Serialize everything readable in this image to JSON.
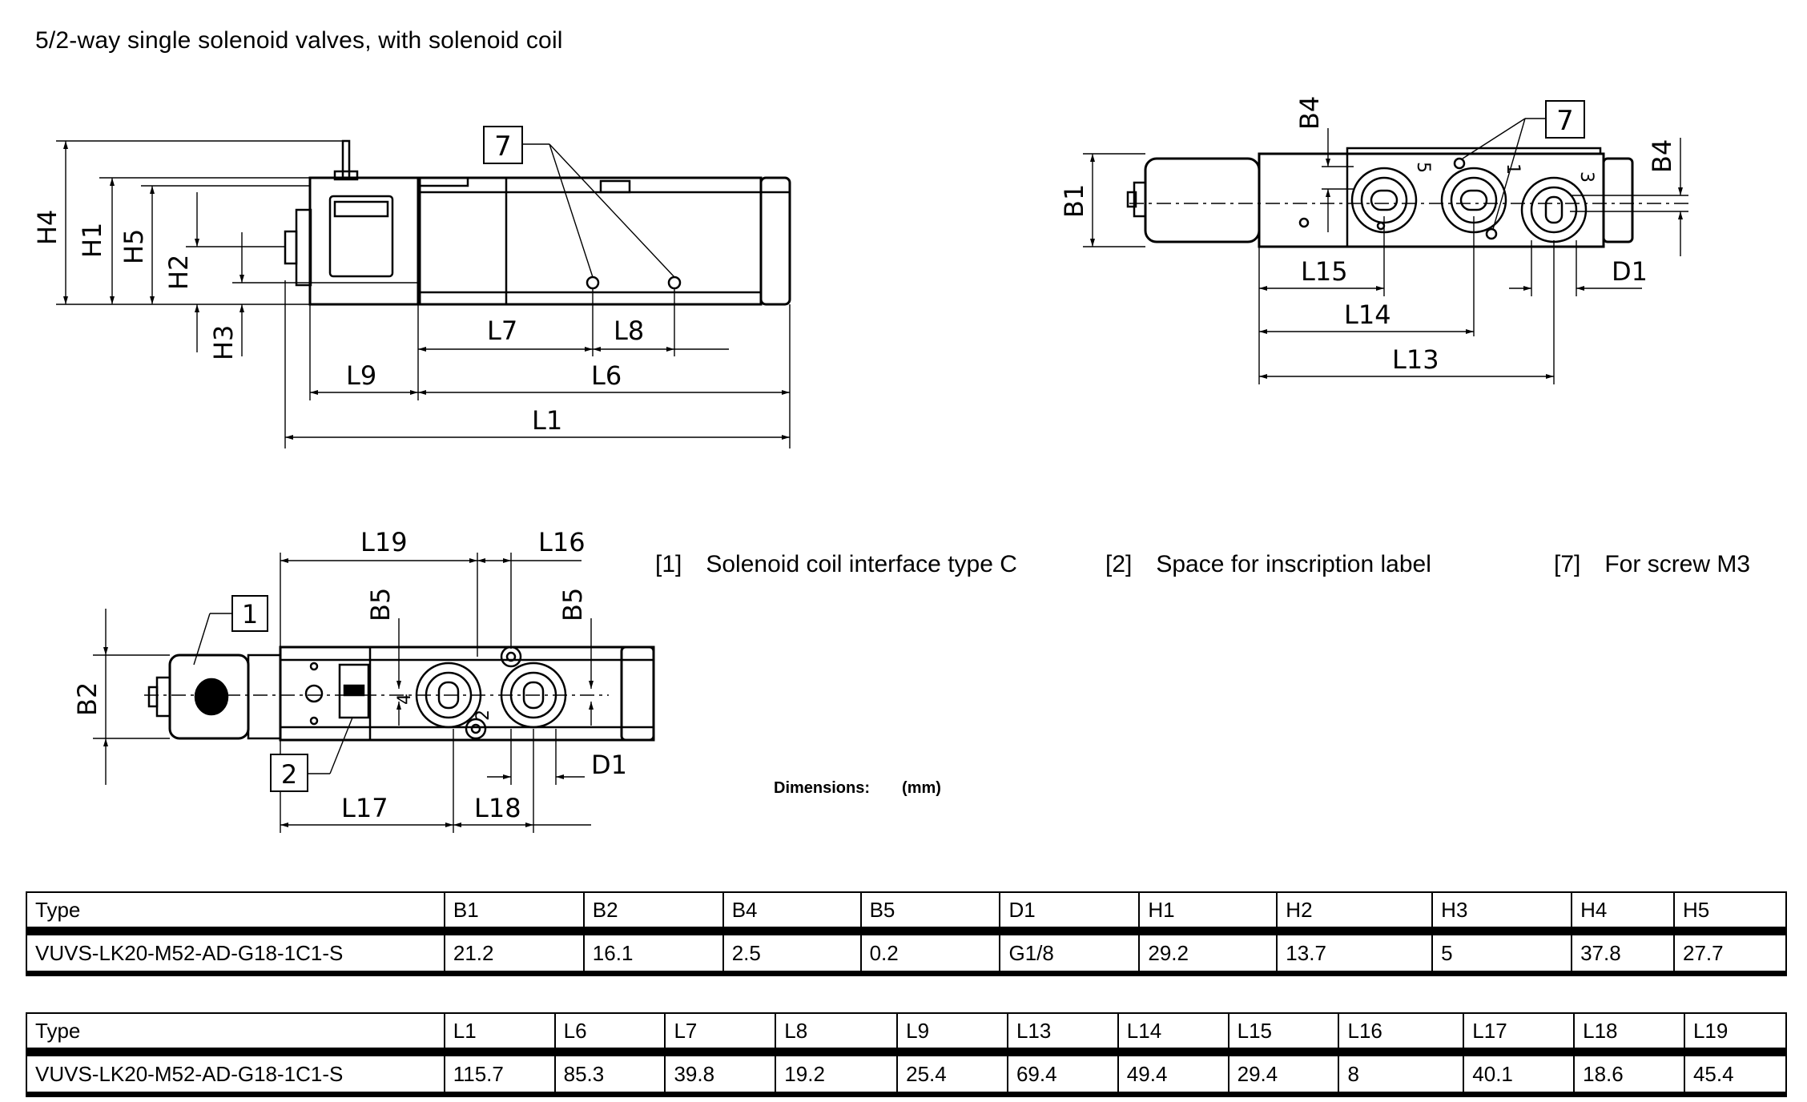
{
  "title": "5/2-way single solenoid valves, with solenoid coil",
  "legend": [
    {
      "num": "[1]",
      "text": "Solenoid coil interface type C"
    },
    {
      "num": "[2]",
      "text": "Space for inscription label"
    },
    {
      "num": "[7]",
      "text": "For screw M3"
    }
  ],
  "dimensions_label": "Dimensions:",
  "dimensions_unit": "(mm)",
  "callouts": {
    "c1": "1",
    "c2": "2",
    "c7": "7"
  },
  "dim_labels": {
    "H4": "H4",
    "H1": "H1",
    "H5": "H5",
    "H2": "H2",
    "H3": "H3",
    "L7": "L7",
    "L8": "L8",
    "L9": "L9",
    "L6": "L6",
    "L1": "L1",
    "B1": "B1",
    "B4": "B4",
    "L15": "L15",
    "L14": "L14",
    "L13": "L13",
    "D1": "D1",
    "L19": "L19",
    "L16": "L16",
    "B5": "B5",
    "B2": "B2",
    "L17": "L17",
    "L18": "L18"
  },
  "port_labels": {
    "p5": "5",
    "p1": "1",
    "p3": "3",
    "p4": "4",
    "p2": "2"
  },
  "table1": {
    "headers": [
      "Type",
      "B1",
      "B2",
      "B4",
      "B5",
      "D1",
      "H1",
      "H2",
      "H3",
      "H4",
      "H5"
    ],
    "values": [
      "VUVS-LK20-M52-AD-G18-1C1-S",
      "21.2",
      "16.1",
      "2.5",
      "0.2",
      "G1/8",
      "29.2",
      "13.7",
      "5",
      "37.8",
      "27.7"
    ]
  },
  "table2": {
    "headers": [
      "Type",
      "L1",
      "L6",
      "L7",
      "L8",
      "L9",
      "L13",
      "L14",
      "L15",
      "L16",
      "L17",
      "L18",
      "L19"
    ],
    "values": [
      "VUVS-LK20-M52-AD-G18-1C1-S",
      "115.7",
      "85.3",
      "39.8",
      "19.2",
      "25.4",
      "69.4",
      "49.4",
      "29.4",
      "8",
      "40.1",
      "18.6",
      "45.4"
    ]
  }
}
